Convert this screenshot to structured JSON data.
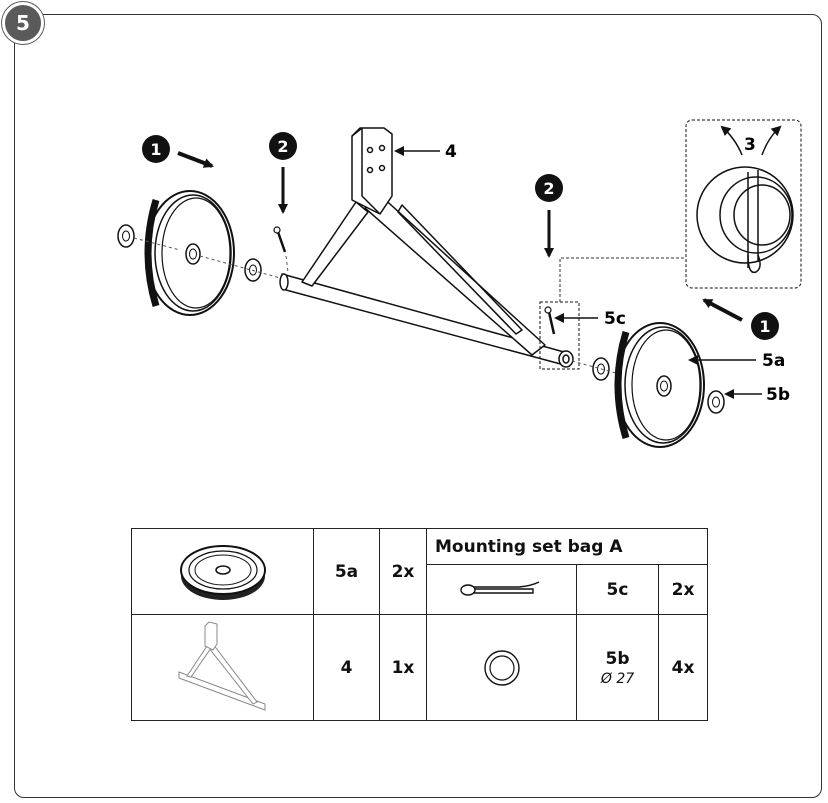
{
  "step": {
    "number": "5"
  },
  "callouts": {
    "badge_1": "1",
    "badge_2": "2",
    "label_3": "3",
    "label_4": "4",
    "label_5a": "5a",
    "label_5b": "5b",
    "label_5c": "5c"
  },
  "parts_table": {
    "bag_title": "Mounting set bag A",
    "rows": [
      {
        "part": "5a",
        "qty": "2x",
        "icon": "wheel-icon"
      },
      {
        "part": "4",
        "qty": "1x",
        "icon": "frame-icon"
      }
    ],
    "bag_items": [
      {
        "part": "5c",
        "qty": "2x",
        "icon": "cotter-pin-icon",
        "dimension": ""
      },
      {
        "part": "5b",
        "qty": "4x",
        "icon": "washer-icon",
        "dimension": "Ø 27"
      }
    ]
  },
  "colors": {
    "badge": "#111111",
    "step_badge": "#5a5a5a",
    "line": "#222222"
  }
}
